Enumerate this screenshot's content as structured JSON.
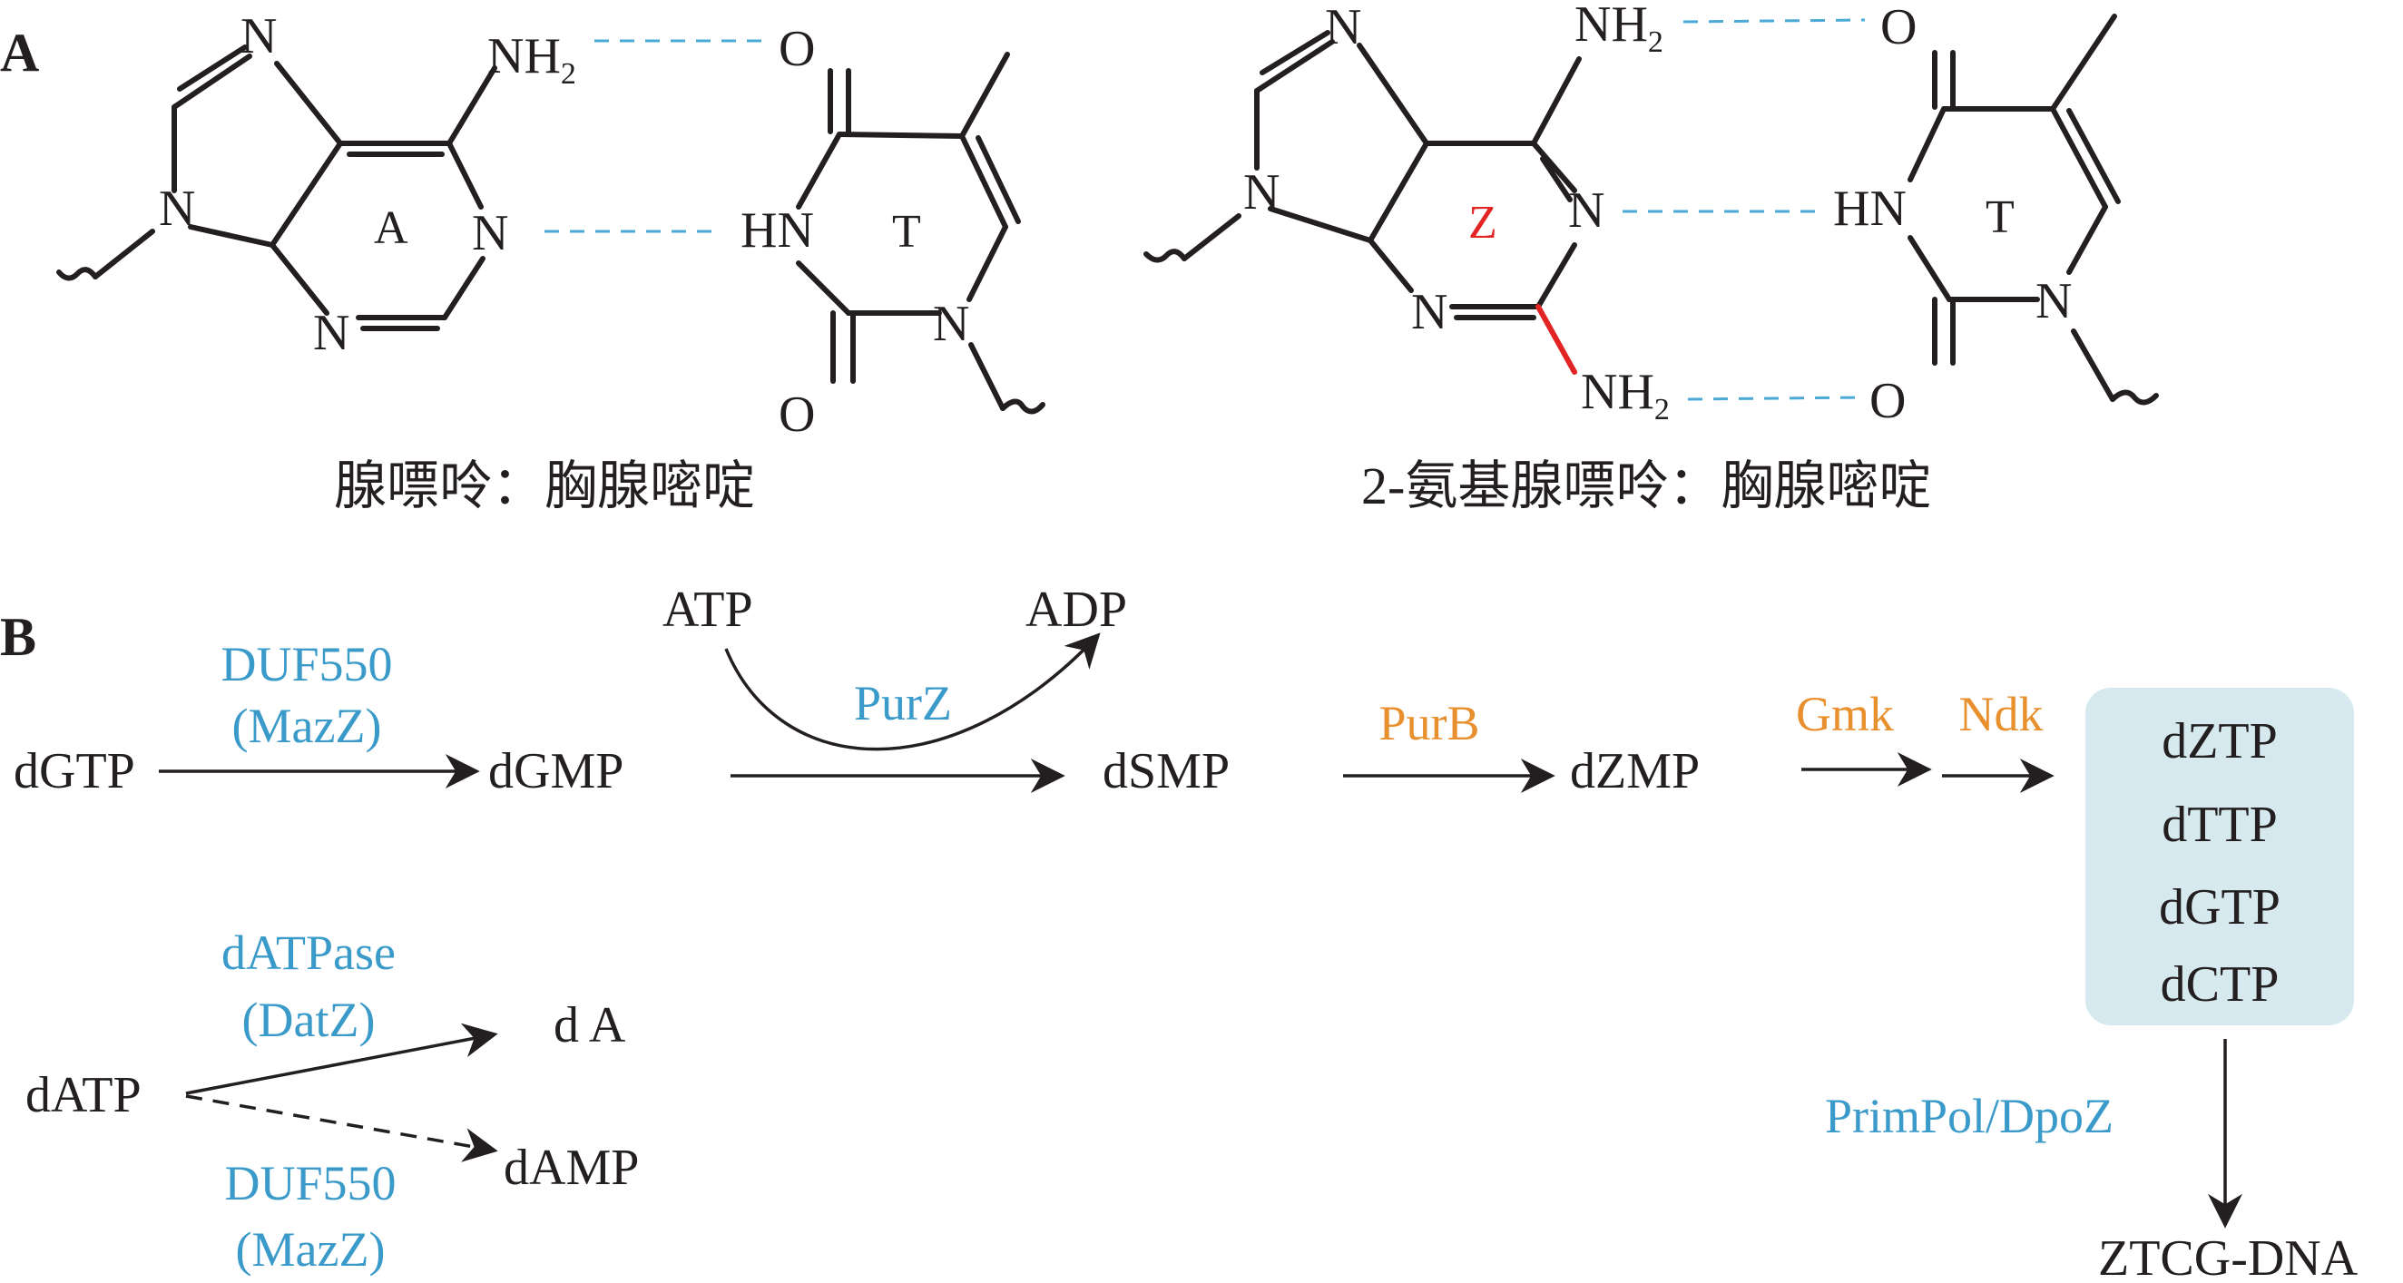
{
  "panels": {
    "a": "A",
    "b": "B"
  },
  "colors": {
    "hydrogen_bond": "#4aa9d6",
    "enzyme_blue": "#3a9ac9",
    "enzyme_orange": "#e8902e",
    "highlight_red": "#e32424",
    "box_fill": "#d6e9ef"
  },
  "panel_a": {
    "left": {
      "base1": "A",
      "base2": "T",
      "caption": "腺嘌呤：胸腺嘧啶",
      "atoms": {
        "n1": "N",
        "n2": "N",
        "n3": "N",
        "n4": "N",
        "nh2": "NH",
        "nh2_sub": "2",
        "o1": "O",
        "o2": "O",
        "hn": "HN",
        "n5": "N"
      }
    },
    "right": {
      "base1": "Z",
      "base2": "T",
      "caption": "2-氨基腺嘌呤：胸腺嘧啶",
      "atoms": {
        "n1": "N",
        "n2": "N",
        "n3": "N",
        "n4": "N",
        "nh2_top": "NH",
        "nh2_top_sub": "2",
        "nh2_bottom": "NH",
        "nh2_bottom_sub": "2",
        "o1": "O",
        "o2": "O",
        "hn": "HN",
        "n5": "N"
      }
    }
  },
  "panel_b": {
    "path1": {
      "dgtp": "dGTP",
      "dgmp": "dGMP",
      "enzyme1_line1": "DUF550",
      "enzyme1_line2": "(MazZ)",
      "atp": "ATP",
      "adp": "ADP",
      "purz": "PurZ",
      "dsmp": "dSMP",
      "purb": "PurB",
      "dzmp": "dZMP",
      "gmk": "Gmk",
      "ndk": "Ndk"
    },
    "pool": [
      "dZTP",
      "dTTP",
      "dGTP",
      "dCTP"
    ],
    "polymerase": "PrimPol/DpoZ",
    "product": "ZTCG-DNA",
    "path2": {
      "datp": "dATP",
      "datpase_line1": "dATPase",
      "datpase_line2": "(DatZ)",
      "da": "d A",
      "damp": "dAMP",
      "duf_line1": "DUF550",
      "duf_line2": "(MazZ)"
    }
  }
}
